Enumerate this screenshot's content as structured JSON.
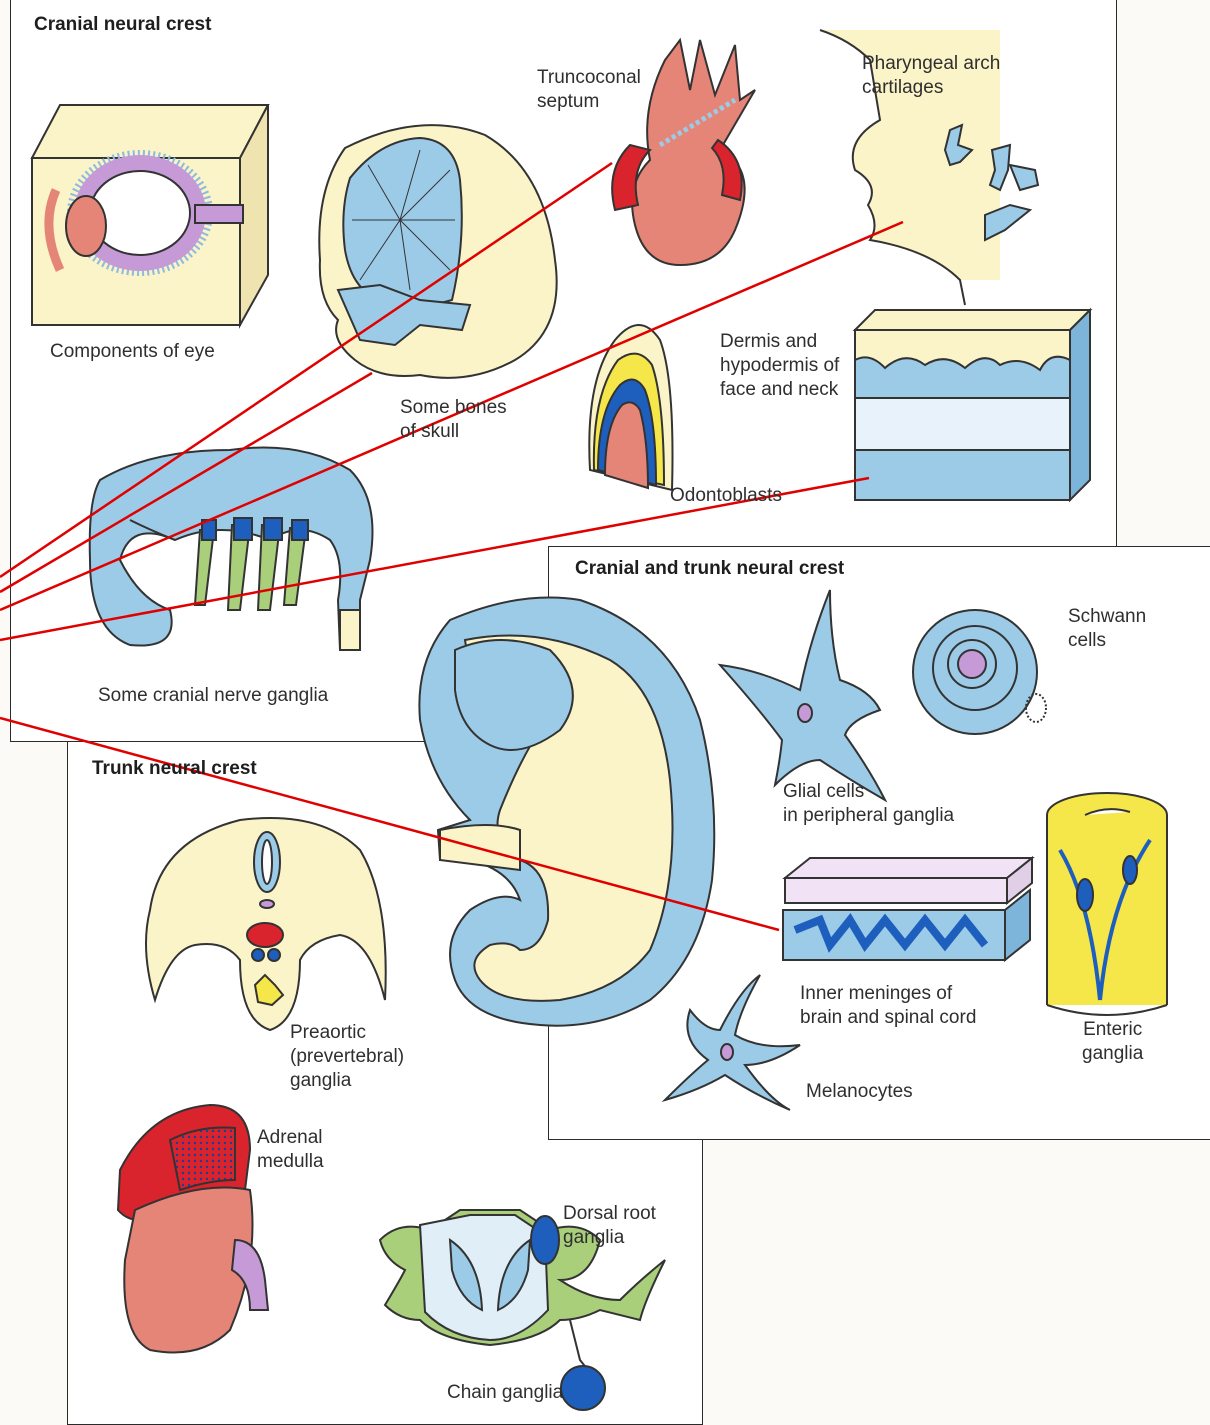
{
  "panels": {
    "cranial": {
      "title": "Cranial neural crest"
    },
    "trunk": {
      "title": "Trunk neural crest"
    },
    "both": {
      "title": "Cranial and trunk neural crest"
    }
  },
  "labels": {
    "eye": "Components of eye",
    "skull": "Some bones\nof skull",
    "truncoconal": "Truncoconal\nseptum",
    "pharyngeal": "Pharyngeal arch\ncartilages",
    "dermis": "Dermis and\nhypodermis of\nface and neck",
    "odontoblasts": "Odontoblasts",
    "cranial_ganglia": "Some cranial nerve ganglia",
    "schwann": "Schwann\ncells",
    "glial": "Glial cells\nin peripheral ganglia",
    "meninges": "Inner meninges of\nbrain and spinal cord",
    "enteric": "Enteric\nganglia",
    "melanocytes": "Melanocytes",
    "preaortic": "Preaortic\n(prevertebral)\nganglia",
    "adrenal": "Adrenal\nmedulla",
    "dorsal_root": "Dorsal root\nganglia",
    "chain": "Chain ganglia"
  },
  "colors": {
    "neural_crest_blue": "#9ccbe8",
    "tissue_cream": "#fbf4c8",
    "red": "#d9232d",
    "salmon": "#e58578",
    "purple": "#c59ad6",
    "green": "#a9cf7b",
    "yellow": "#f5e64a",
    "pointer_line": "#e00000"
  }
}
